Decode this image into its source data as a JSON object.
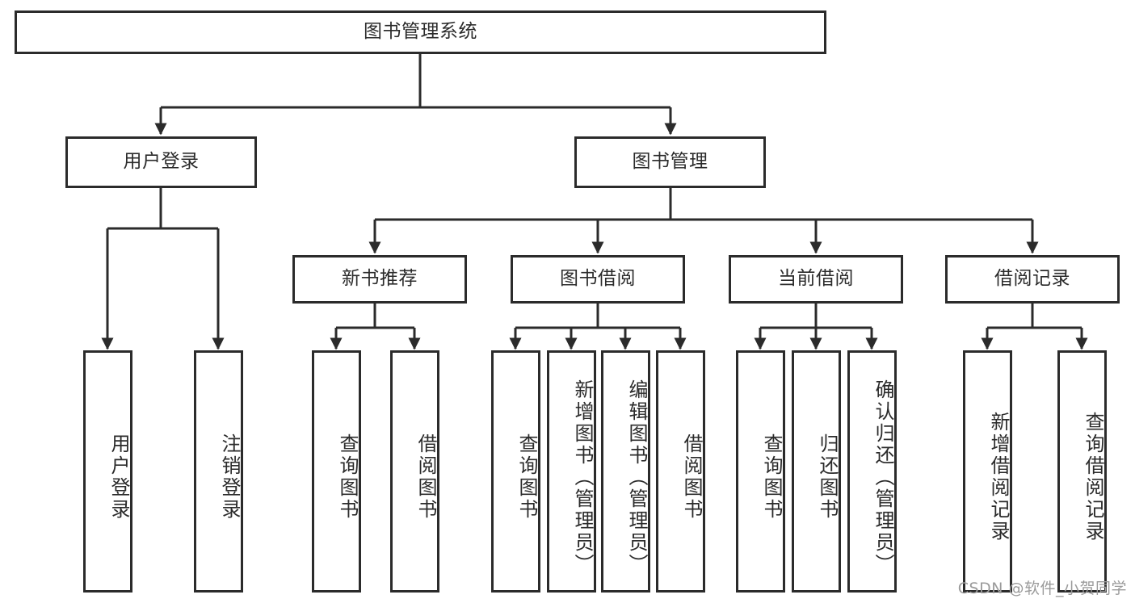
{
  "diagram": {
    "title": "图书管理系统",
    "watermark": "CSDN @软件_小贺同学",
    "line_color": "#2b2b2b",
    "box_fill": "#ffffff",
    "text_color": "#2b2b2b",
    "root": {
      "label": "图书管理系统"
    },
    "level2": [
      {
        "label": "用户登录"
      },
      {
        "label": "图书管理"
      }
    ],
    "level3": [
      {
        "label": "新书推荐"
      },
      {
        "label": "图书借阅"
      },
      {
        "label": "当前借阅"
      },
      {
        "label": "借阅记录"
      }
    ],
    "leaves": {
      "user_login": [
        {
          "label": "用户登录"
        },
        {
          "label": "注销登录"
        }
      ],
      "new_book": [
        {
          "label": "查询图书"
        },
        {
          "label": "借阅图书"
        }
      ],
      "book_borrow": [
        {
          "label": "查询图书"
        },
        {
          "label": "新增图书（管理员）"
        },
        {
          "label": "编辑图书（管理员）"
        },
        {
          "label": "借阅图书"
        }
      ],
      "current_borrow": [
        {
          "label": "查询图书"
        },
        {
          "label": "归还图书"
        },
        {
          "label": "确认归还（管理员）"
        }
      ],
      "borrow_record": [
        {
          "label": "新增借阅记录"
        },
        {
          "label": "查询借阅记录"
        }
      ]
    }
  },
  "chart_data": {
    "type": "tree",
    "title": "图书管理系统",
    "nodes": [
      {
        "id": "root",
        "label": "图书管理系统",
        "parent": null,
        "level": 0
      },
      {
        "id": "n-user-login",
        "label": "用户登录",
        "parent": "root",
        "level": 1
      },
      {
        "id": "n-book-mgmt",
        "label": "图书管理",
        "parent": "root",
        "level": 1
      },
      {
        "id": "n-new-book",
        "label": "新书推荐",
        "parent": "n-book-mgmt",
        "level": 2
      },
      {
        "id": "n-book-borrow",
        "label": "图书借阅",
        "parent": "n-book-mgmt",
        "level": 2
      },
      {
        "id": "n-current-borrow",
        "label": "当前借阅",
        "parent": "n-book-mgmt",
        "level": 2
      },
      {
        "id": "n-borrow-record",
        "label": "借阅记录",
        "parent": "n-book-mgmt",
        "level": 2
      },
      {
        "id": "l-user-login-1",
        "label": "用户登录",
        "parent": "n-user-login",
        "level": 3
      },
      {
        "id": "l-user-login-2",
        "label": "注销登录",
        "parent": "n-user-login",
        "level": 3
      },
      {
        "id": "l-new-book-1",
        "label": "查询图书",
        "parent": "n-new-book",
        "level": 3
      },
      {
        "id": "l-new-book-2",
        "label": "借阅图书",
        "parent": "n-new-book",
        "level": 3
      },
      {
        "id": "l-book-borrow-1",
        "label": "查询图书",
        "parent": "n-book-borrow",
        "level": 3
      },
      {
        "id": "l-book-borrow-2",
        "label": "新增图书（管理员）",
        "parent": "n-book-borrow",
        "level": 3
      },
      {
        "id": "l-book-borrow-3",
        "label": "编辑图书（管理员）",
        "parent": "n-book-borrow",
        "level": 3
      },
      {
        "id": "l-book-borrow-4",
        "label": "借阅图书",
        "parent": "n-book-borrow",
        "level": 3
      },
      {
        "id": "l-current-borrow-1",
        "label": "查询图书",
        "parent": "n-current-borrow",
        "level": 3
      },
      {
        "id": "l-current-borrow-2",
        "label": "归还图书",
        "parent": "n-current-borrow",
        "level": 3
      },
      {
        "id": "l-current-borrow-3",
        "label": "确认归还（管理员）",
        "parent": "n-current-borrow",
        "level": 3
      },
      {
        "id": "l-borrow-record-1",
        "label": "新增借阅记录",
        "parent": "n-borrow-record",
        "level": 3
      },
      {
        "id": "l-borrow-record-2",
        "label": "查询借阅记录",
        "parent": "n-borrow-record",
        "level": 3
      }
    ]
  }
}
